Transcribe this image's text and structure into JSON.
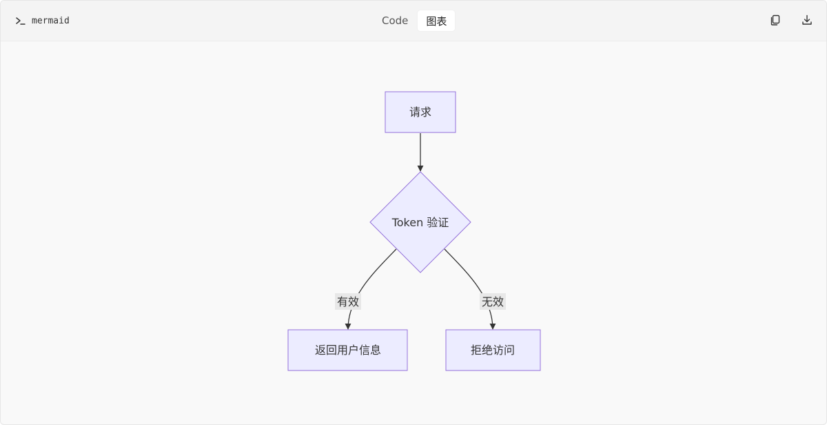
{
  "header": {
    "language_label": "mermaid",
    "tabs": [
      {
        "label": "Code",
        "active": false
      },
      {
        "label": "图表",
        "active": true
      }
    ],
    "icons": {
      "prompt": "terminal-prompt-icon",
      "copy": "copy-icon",
      "download": "download-icon"
    }
  },
  "diagram": {
    "node_fill": "#ececff",
    "node_stroke": "#9370db",
    "edge_color": "#333333",
    "label_bg": "#e8e8e8",
    "nodes": {
      "request": "请求",
      "validate": "Token 验证",
      "return_info": "返回用户信息",
      "deny": "拒绝访问"
    },
    "edges": {
      "valid": "有效",
      "invalid": "无效"
    }
  }
}
